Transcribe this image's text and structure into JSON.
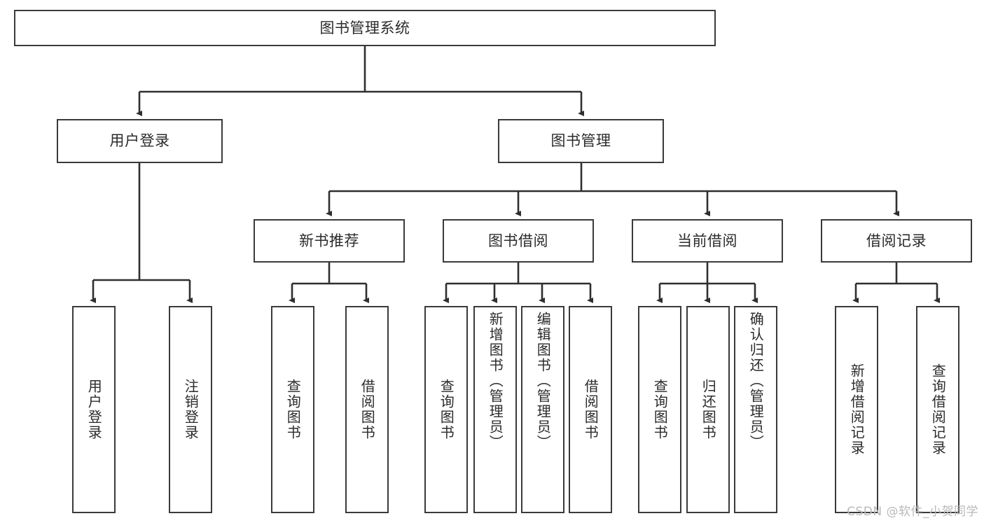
{
  "diagram": {
    "title": "图书管理系统",
    "type": "tree-hierarchy-diagram",
    "colors": {
      "box_border": "#3a3a3a",
      "box_fill": "#ffffff",
      "connector": "#2f2f2f",
      "text": "#2b2b2b",
      "watermark": "#b9b9b9",
      "background": "#ffffff"
    },
    "root": {
      "label": "图书管理系统"
    },
    "level2": [
      {
        "label": "用户登录"
      },
      {
        "label": "图书管理"
      }
    ],
    "level3": [
      {
        "label": "新书推荐"
      },
      {
        "label": "图书借阅"
      },
      {
        "label": "当前借阅"
      },
      {
        "label": "借阅记录"
      }
    ],
    "leaves": {
      "user_login": [
        {
          "label": "用户登录"
        },
        {
          "label": "注销登录"
        }
      ],
      "new_book_recommend": [
        {
          "label": "查询图书"
        },
        {
          "label": "借阅图书"
        }
      ],
      "book_borrow": [
        {
          "label": "查询图书"
        },
        {
          "label": "新增图书（管理员）"
        },
        {
          "label": "编辑图书（管理员）"
        },
        {
          "label": "借阅图书"
        }
      ],
      "current_borrow": [
        {
          "label": "查询图书"
        },
        {
          "label": "归还图书"
        },
        {
          "label": "确认归还（管理员）"
        }
      ],
      "borrow_record": [
        {
          "label": "新增借阅记录"
        },
        {
          "label": "查询借阅记录"
        }
      ]
    }
  },
  "watermark": {
    "text": "CSDN @软件_小贺同学"
  }
}
